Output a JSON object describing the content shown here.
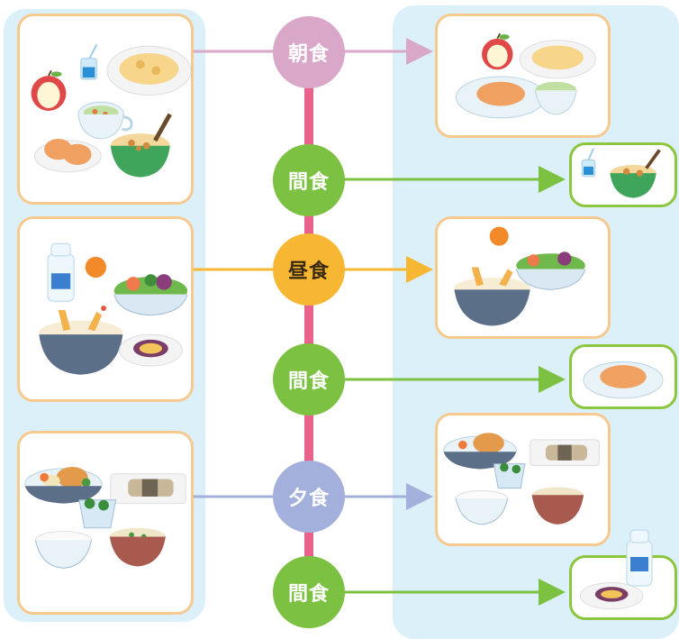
{
  "meals": {
    "breakfast": {
      "label": "朝食",
      "color": "#d9a7c7"
    },
    "snack1": {
      "label": "間食",
      "color": "#7cc142"
    },
    "lunch": {
      "label": "昼食",
      "color": "#f7b733"
    },
    "snack2": {
      "label": "間食",
      "color": "#7cc142"
    },
    "dinner": {
      "label": "夕食",
      "color": "#a4b0dc"
    },
    "snack3": {
      "label": "間食",
      "color": "#7cc142"
    }
  },
  "colors": {
    "timeline": "#e8628c",
    "panel": "#dcf0fa",
    "card_border": "#f6c98f",
    "snack_border": "#8cc63f"
  }
}
